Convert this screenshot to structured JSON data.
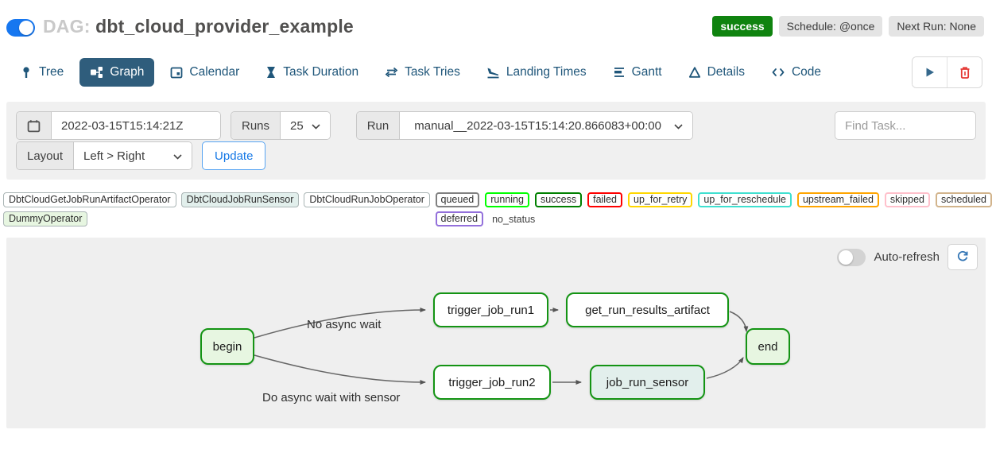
{
  "header": {
    "dag_prefix": "DAG:",
    "dag_title": "dbt_cloud_provider_example",
    "status_badge": "success",
    "schedule_badge": "Schedule: @once",
    "next_run_badge": "Next Run: None",
    "accent_blue": "#1677f0",
    "success_green": "#0f830f"
  },
  "tabs": [
    {
      "label": "Tree",
      "icon": "tree-icon",
      "active": false
    },
    {
      "label": "Graph",
      "icon": "graph-icon",
      "active": true
    },
    {
      "label": "Calendar",
      "icon": "calendar-icon",
      "active": false
    },
    {
      "label": "Task Duration",
      "icon": "hourglass-icon",
      "active": false
    },
    {
      "label": "Task Tries",
      "icon": "retry-arrows-icon",
      "active": false
    },
    {
      "label": "Landing Times",
      "icon": "plane-landing-icon",
      "active": false
    },
    {
      "label": "Gantt",
      "icon": "gantt-bars-icon",
      "active": false
    },
    {
      "label": "Details",
      "icon": "triangle-icon",
      "active": false
    },
    {
      "label": "Code",
      "icon": "code-brackets-icon",
      "active": false
    }
  ],
  "filter_bar": {
    "date_value": "2022-03-15T15:14:21Z",
    "runs_label": "Runs",
    "runs_value": "25",
    "run_label": "Run",
    "run_value": "manual__2022-03-15T15:14:20.866083+00:00",
    "find_task_placeholder": "Find Task...",
    "layout_label": "Layout",
    "layout_value": "Left > Right",
    "update_label": "Update"
  },
  "legend": {
    "operators": [
      {
        "label": "DbtCloudGetJobRunArtifactOperator",
        "color": "#ffffff"
      },
      {
        "label": "DbtCloudJobRunSensor",
        "color": "#e2efec"
      },
      {
        "label": "DbtCloudRunJobOperator",
        "color": "#ffffff"
      },
      {
        "label": "DummyOperator",
        "color": "#e7f6e1"
      }
    ],
    "statuses": [
      {
        "label": "queued",
        "color": "#808080"
      },
      {
        "label": "running",
        "color": "#00ff00"
      },
      {
        "label": "success",
        "color": "#008000"
      },
      {
        "label": "failed",
        "color": "#ff0000"
      },
      {
        "label": "up_for_retry",
        "color": "#ffd700"
      },
      {
        "label": "up_for_reschedule",
        "color": "#40e0d0"
      },
      {
        "label": "upstream_failed",
        "color": "#ffa500"
      },
      {
        "label": "skipped",
        "color": "#ffc0cb"
      },
      {
        "label": "scheduled",
        "color": "#d2b48c"
      },
      {
        "label": "deferred",
        "color": "#9370db"
      },
      {
        "label": "no_status",
        "color": "transparent"
      }
    ]
  },
  "graph_panel": {
    "auto_refresh_label": "Auto-refresh",
    "node_border_color": "#149414",
    "nodes": [
      {
        "id": "begin",
        "label": "begin",
        "fill": "#e7f6e1"
      },
      {
        "id": "trigger_job_run1",
        "label": "trigger_job_run1",
        "fill": "#ffffff"
      },
      {
        "id": "get_run_results_artifact",
        "label": "get_run_results_artifact",
        "fill": "#ffffff"
      },
      {
        "id": "trigger_job_run2",
        "label": "trigger_job_run2",
        "fill": "#ffffff"
      },
      {
        "id": "job_run_sensor",
        "label": "job_run_sensor",
        "fill": "#e2efec"
      },
      {
        "id": "end",
        "label": "end",
        "fill": "#e7f6e1"
      }
    ],
    "edge_labels": [
      "No async wait",
      "Do async wait with sensor"
    ]
  }
}
